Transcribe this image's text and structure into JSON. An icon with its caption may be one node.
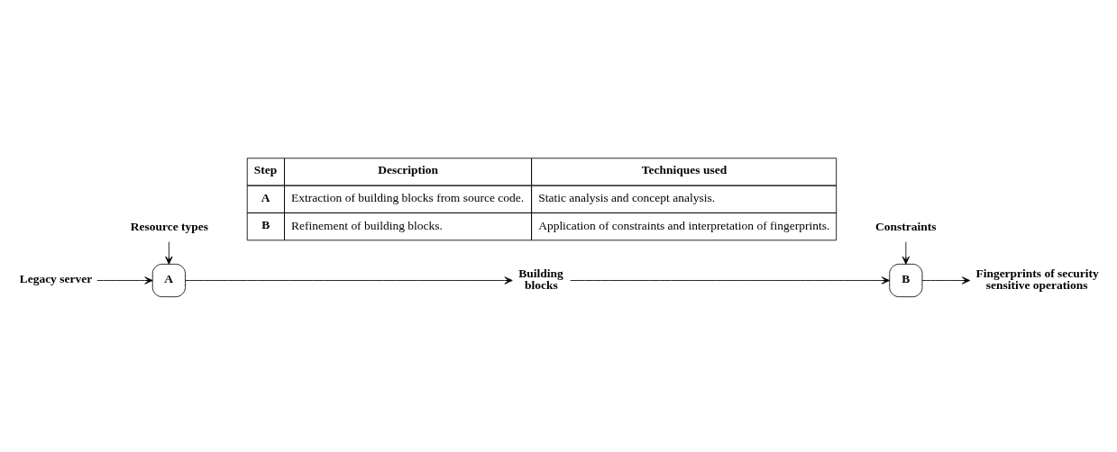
{
  "diagram": {
    "nodes": [
      {
        "text": [
          "Resource types"
        ]
      },
      {
        "text": [
          "Constraints"
        ]
      },
      {
        "text": [
          "Legacy server"
        ]
      },
      {
        "text": [
          "A"
        ]
      },
      {
        "text": [
          "Building blocks"
        ]
      },
      {
        "text": [
          "B"
        ]
      },
      {
        "text": [
          "Fingerprints of security sensitive operations"
        ]
      }
    ],
    "edges": [
      {
        "from": 0,
        "to": 3,
        "arrow": "to"
      },
      {
        "from": 1,
        "to": 5,
        "arrow": "to"
      },
      {
        "from": 2,
        "to": 3,
        "arrow": "to"
      },
      {
        "from": 3,
        "to": 4,
        "arrow": "to"
      },
      {
        "from": 4,
        "to": 5,
        "arrow": "to"
      },
      {
        "from": 5,
        "to": 6,
        "arrow": "to"
      }
    ],
    "labels": [
      "Step",
      "Description",
      "Techniques used",
      "A",
      "Extraction of building blocks from source code.",
      "Static analysis and concept analysis.",
      "B",
      "Refinement of building blocks.",
      "Application of constraints and interpretation of fingerprints."
    ]
  }
}
